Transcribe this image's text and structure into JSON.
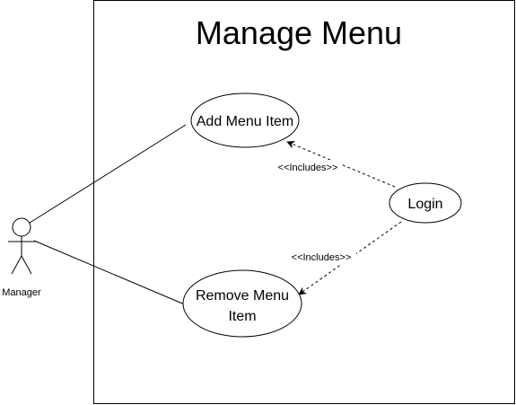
{
  "diagram": {
    "title": "Manage Menu",
    "actor": {
      "label": "Manager"
    },
    "use_cases": {
      "add": "Add Menu Item",
      "remove_line1": "Remove Menu",
      "remove_line2": "Item",
      "login": "Login"
    },
    "relations": {
      "include_top": "<<Includes>>",
      "include_bottom": "<<Includes>>"
    }
  },
  "colors": {
    "stroke": "#000000",
    "background": "#ffffff"
  }
}
